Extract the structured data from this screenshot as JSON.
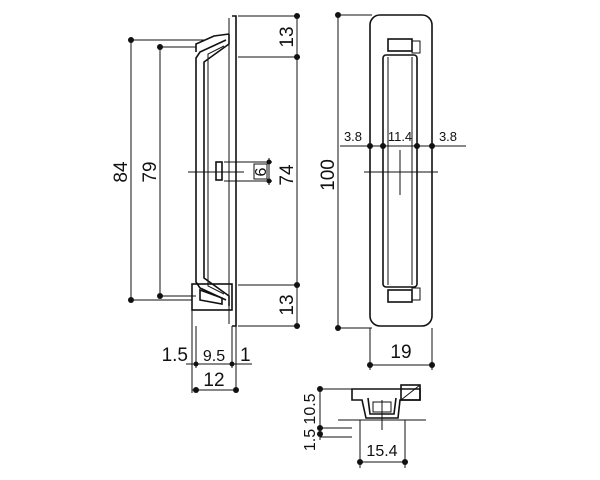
{
  "dimensions": {
    "overall_height": "84",
    "grip_span": "79",
    "top_end": "13",
    "middle_span": "74",
    "bottom_end": "13",
    "plate_length": "100",
    "slot_height": "6",
    "side_margin_left": "3.8",
    "slot_width": "11.4",
    "side_margin_right": "3.8",
    "plate_width": "19",
    "flange": "1.5",
    "handle_depth": "9.5",
    "wire": "1",
    "total_depth": "12",
    "section_height": "10.5",
    "section_base": "1.5",
    "section_width": "15.4"
  },
  "colors": {
    "line": "#111111",
    "background": "#ffffff"
  }
}
